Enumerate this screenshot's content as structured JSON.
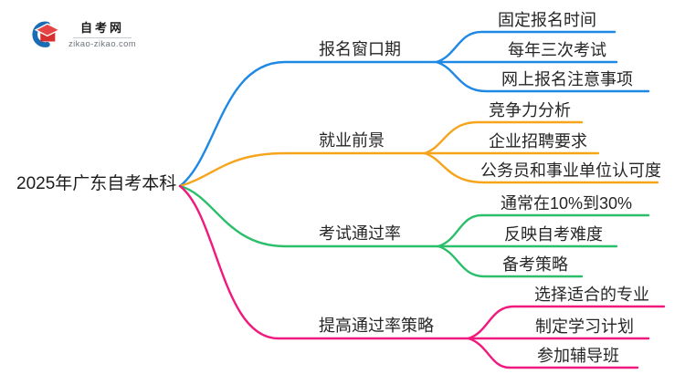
{
  "logo": {
    "title": "自考网",
    "domain": "zikao-zikao.com"
  },
  "root": {
    "label": "2025年广东自考本科"
  },
  "branches": [
    {
      "label": "报名窗口期",
      "color": "#1E88E5",
      "children": [
        "固定报名时间",
        "每年三次考试",
        "网上报名注意事项"
      ]
    },
    {
      "label": "就业前景",
      "color": "#F7A41D",
      "children": [
        "竞争力分析",
        "企业招聘要求",
        "公务员和事业单位认可度"
      ]
    },
    {
      "label": "考试通过率",
      "color": "#2BBE6B",
      "children": [
        "通常在10%到30%",
        "反映自考难度",
        "备考策略"
      ]
    },
    {
      "label": "提高通过率策略",
      "color": "#F0197D",
      "children": [
        "选择适合的专业",
        "制定学习计划",
        "参加辅导班"
      ]
    }
  ]
}
